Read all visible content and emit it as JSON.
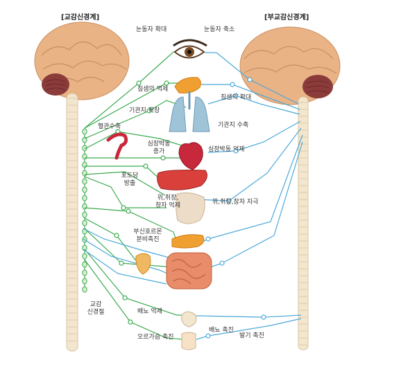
{
  "headers": {
    "sympathetic": "[교감신경계]",
    "parasympathetic": "[부교감신경계]"
  },
  "labels": {
    "pupil_dilate": "눈동자 확대",
    "pupil_constrict": "눈동자 축소",
    "saliva_inhibit": "침샘의 억제",
    "saliva_promote": "침샘의 확대",
    "bronchi_dilate": "기관지 확장",
    "bronchi_constrict": "기관지 수축",
    "vasoconstriction": "혈관수축",
    "heart_accel_1": "심장박동",
    "heart_accel_2": "증가",
    "heart_inhibit": "심장박동 억제",
    "glucose_1": "포도당",
    "glucose_2": "방출",
    "gut_inhibit_1": "위,취장,",
    "gut_inhibit_2": "창자 억제",
    "gut_stimulate": "위,취장,창자 자극",
    "adrenal_1": "부신호르몬",
    "adrenal_2": "분비촉진",
    "ganglion_1": "교감",
    "ganglion_2": "신경절",
    "urination_inhibit": "배뇨 억제",
    "urination_promote": "배뇨 촉진",
    "orgasm": "오르가슴 촉진",
    "erection": "발기 촉진"
  },
  "colors": {
    "sympathetic_nerve": "#3aaa4f",
    "parasympathetic_nerve": "#4aa8d8",
    "brain": "#e9b386",
    "cerebellum": "#8a3b3a",
    "spine": "#f3e6cf",
    "organ_red": "#c8283c",
    "organ_orange": "#f0a030",
    "lung_blue": "#9fc4d8",
    "intestine": "#e88c6a"
  },
  "icons": [
    "eye-icon",
    "salivary-gland-icon",
    "lungs-icon",
    "blood-vessel-icon",
    "heart-icon",
    "liver-icon",
    "stomach-icon",
    "pancreas-icon",
    "adrenal-icon",
    "intestine-icon",
    "bladder-icon",
    "genitals-icon"
  ]
}
